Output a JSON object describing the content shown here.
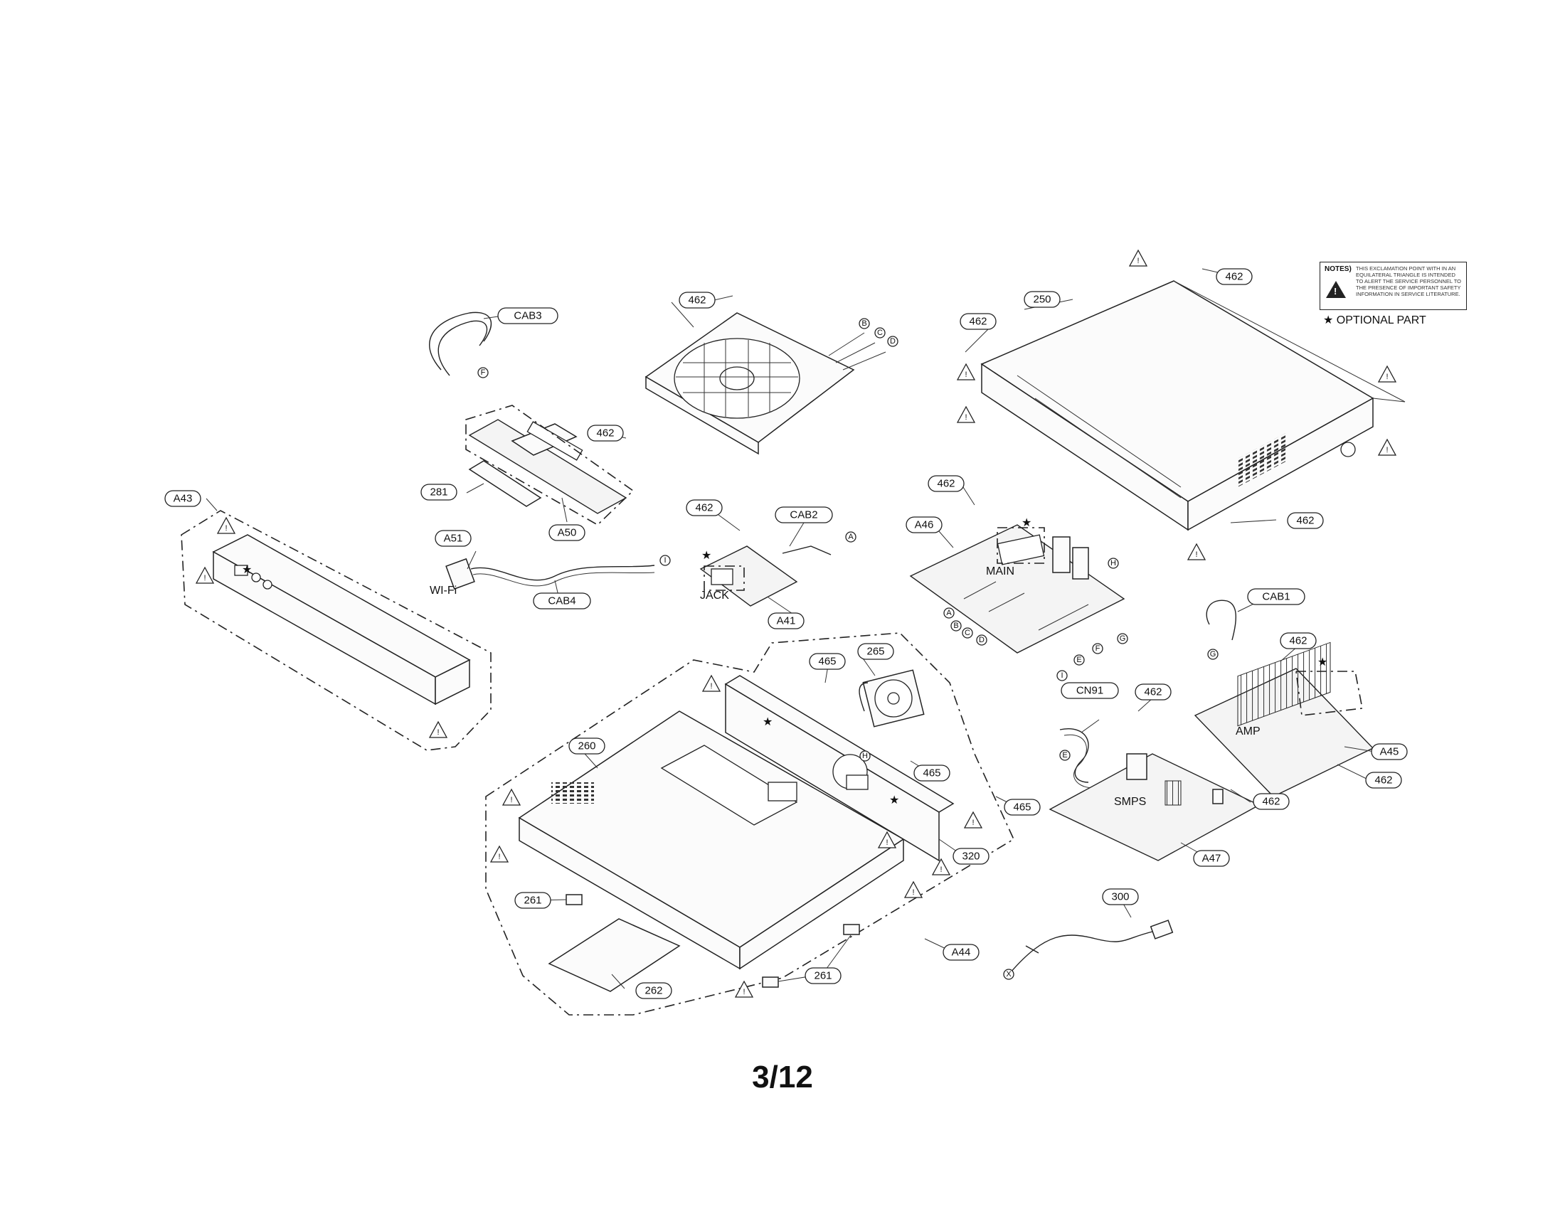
{
  "page": {
    "number": "3/12"
  },
  "notes": {
    "title": "NOTES)",
    "text": "THIS EXCLAMATION POINT WITH IN AN EQUILATERAL TRIANGLE IS INTENDED TO ALERT THE SERVICE PERSONNEL TO THE PRESENCE OF IMPORTANT SAFETY INFORMATION IN SERVICE LITERATURE.",
    "optional_part": "★ OPTIONAL PART"
  },
  "part_labels": {
    "cab3": "CAB3",
    "cab2": "CAB2",
    "cab4": "CAB4",
    "cab1": "CAB1",
    "cn91": "CN91",
    "a41": "A41",
    "a43": "A43",
    "a44": "A44",
    "a45": "A45",
    "a46": "A46",
    "a47": "A47",
    "a50": "A50",
    "a51": "A51",
    "p250": "250",
    "p260": "260",
    "p261a": "261",
    "p261b": "261",
    "p262": "262",
    "p265": "265",
    "p281": "281",
    "p300": "300",
    "p320": "320",
    "p462_drive": "462",
    "p462_top": "462",
    "p462_cover_left": "462",
    "p462_cover_right": "462",
    "p462_front": "462",
    "p462_jack": "462",
    "p462_main": "462",
    "p462_smps_top": "462",
    "p462_smps_right": "462",
    "p462_amp_top": "462",
    "p462_amp_bottom": "462",
    "p465_top": "465",
    "p465_mid": "465",
    "p465_right": "465"
  },
  "board_labels": {
    "wifi": "WI-Fi",
    "jack": "JACK",
    "main": "MAIN",
    "smps": "SMPS",
    "amp": "AMP"
  },
  "connector_letters": [
    "A",
    "B",
    "C",
    "D",
    "E",
    "F",
    "G",
    "H",
    "I",
    "X"
  ]
}
